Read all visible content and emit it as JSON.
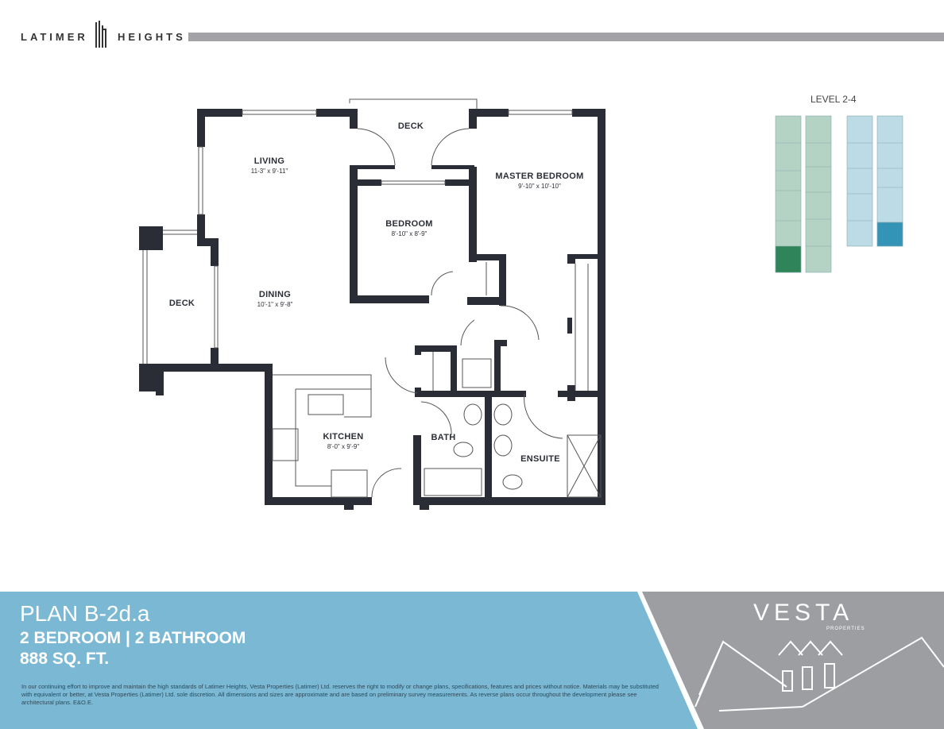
{
  "header": {
    "brand_left": "LATIMER",
    "brand_right": "HEIGHTS",
    "logo_text": "Latimer Heights monogram"
  },
  "rooms": [
    {
      "name": "LIVING",
      "dims": "11-3\" x 9'-11\""
    },
    {
      "name": "DECK",
      "dims": ""
    },
    {
      "name": "MASTER BEDROOM",
      "dims": "9'-10\" x 10'-10\""
    },
    {
      "name": "BEDROOM",
      "dims": "8'-10\" x 8'-9\""
    },
    {
      "name": "DECK",
      "dims": ""
    },
    {
      "name": "DINING",
      "dims": "10'-1\" x 9'-8\""
    },
    {
      "name": "KITCHEN",
      "dims": "8'-0\" x 9'-9\""
    },
    {
      "name": "BATH",
      "dims": ""
    },
    {
      "name": "ENSUITE",
      "dims": ""
    }
  ],
  "keyplan": {
    "label": "LEVEL 2-4",
    "colors": {
      "green_light": "#b5d3c4",
      "green_highlight": "#2f845a",
      "blue_light": "#bcdbe7",
      "blue_highlight": "#3494b8"
    }
  },
  "plan_info": {
    "title": "PLAN B-2d.a",
    "config": "2 BEDROOM | 2 BATHROOM",
    "area": "888 SQ. FT.",
    "disclaimer": "In our continuing effort to improve and maintain the high standards of Latimer Heights, Vesta Properties (Latimer) Ltd. reserves the right to modify or change plans, specifications, features and prices without notice. Materials may be substituted with equivalent or better, at Vesta Properties (Latimer) Ltd. sole discretion. All dimensions and sizes are approximate and are based on preliminary survey measurements. As reverse plans occur throughout the development please see architectural plans. E&O.E."
  },
  "developer": {
    "name": "VESTA",
    "sub": "PROPERTIES"
  },
  "colors": {
    "banner_blue": "#7ab8d4",
    "banner_gray": "#9d9ea2",
    "wall": "#2a2d35"
  }
}
